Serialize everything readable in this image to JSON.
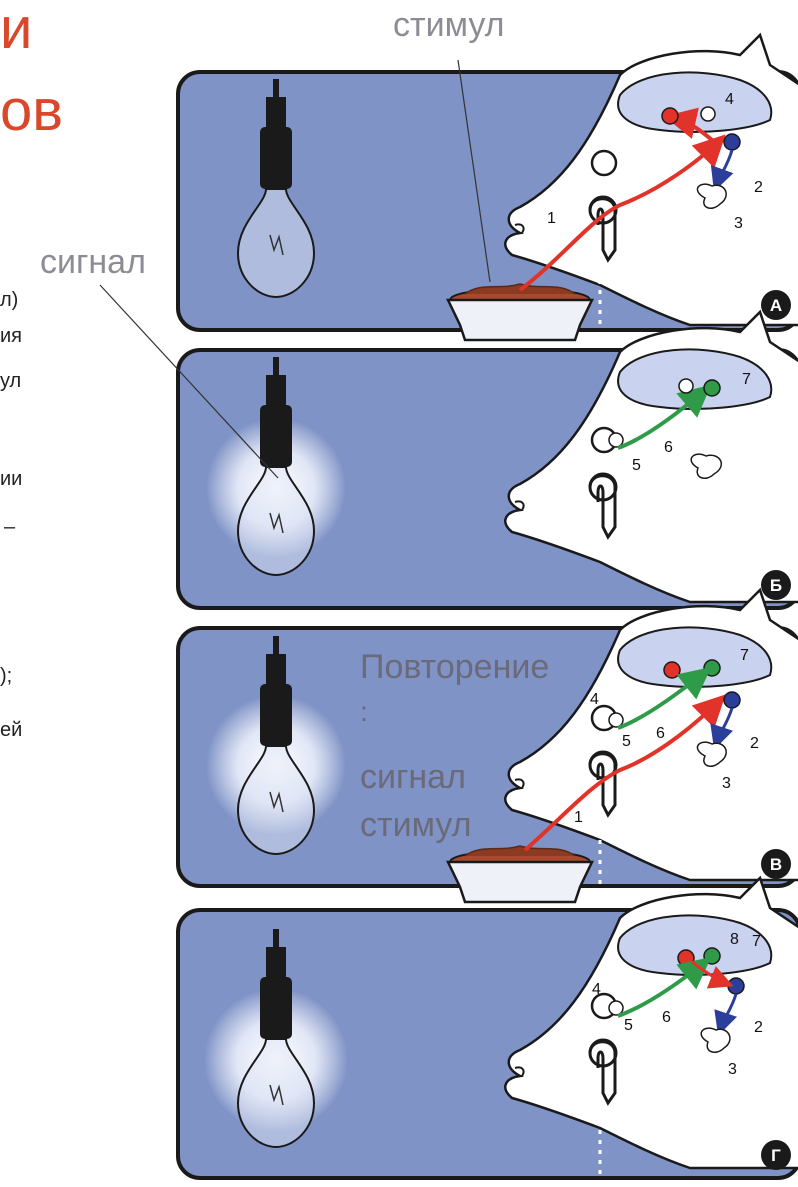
{
  "slide": {
    "title_fragments": [
      "и",
      "ов"
    ],
    "left_fragments": [
      "л)",
      "ия",
      "ул",
      "ии",
      "–",
      ");",
      "ей"
    ]
  },
  "labels": {
    "stimulus": "стимул",
    "signal": "сигнал"
  },
  "overlay_text": {
    "repetition": "Повторение",
    "colon": ":",
    "signal": "сигнал",
    "stimulus": "стимул"
  },
  "panels": [
    {
      "letter": "А",
      "numbers": [
        "1",
        "2",
        "3",
        "4"
      ]
    },
    {
      "letter": "Б",
      "numbers": [
        "5",
        "6",
        "7"
      ]
    },
    {
      "letter": "В",
      "numbers": [
        "1",
        "2",
        "3",
        "4",
        "5",
        "6",
        "7"
      ]
    },
    {
      "letter": "Г",
      "numbers": [
        "2",
        "3",
        "4",
        "5",
        "6",
        "7",
        "8"
      ]
    }
  ],
  "colors": {
    "panel_bg": "#7f93c7",
    "panel_border": "#1a1a1a",
    "dog": "#ffffff",
    "brain_fill": "#c9d2ee",
    "red_path": "#e2332a",
    "green_path": "#2f9b48",
    "blue_path": "#2b3f9a",
    "title_red": "#d9482b"
  }
}
